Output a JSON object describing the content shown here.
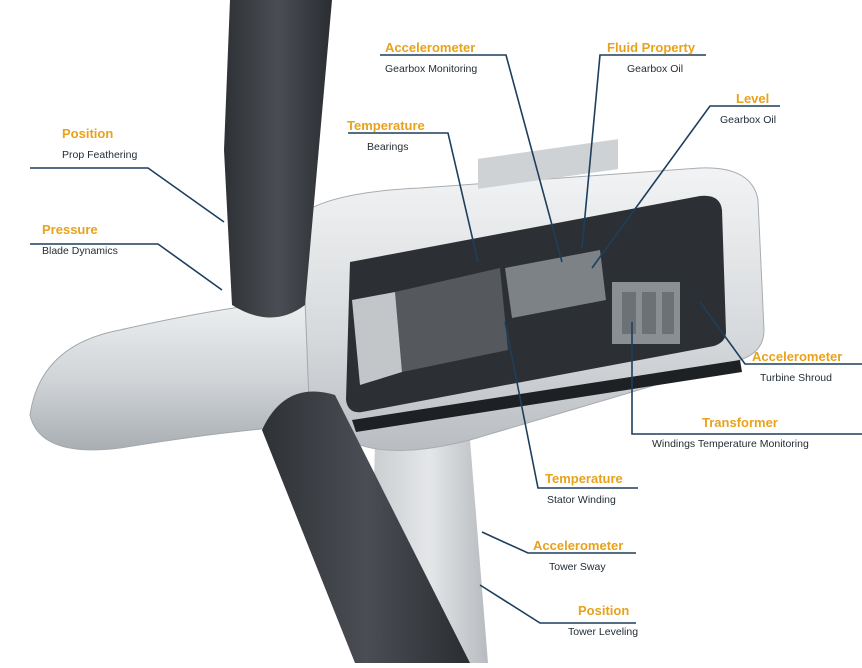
{
  "colors": {
    "title": "#e8a21c",
    "subtitle": "#1f2a33",
    "leader": "#1d3f5e",
    "blade": "#3a3d42",
    "shell": "#d9dcdf"
  },
  "callouts": [
    {
      "id": "position-prop",
      "title": "Position",
      "subtitle": "Prop Feathering"
    },
    {
      "id": "pressure-blade",
      "title": "Pressure",
      "subtitle": "Blade Dynamics"
    },
    {
      "id": "accel-gearbox",
      "title": "Accelerometer",
      "subtitle": "Gearbox Monitoring"
    },
    {
      "id": "fluid-gearbox",
      "title": "Fluid Property",
      "subtitle": "Gearbox Oil"
    },
    {
      "id": "temp-bearings",
      "title": "Temperature",
      "subtitle": "Bearings"
    },
    {
      "id": "level-gearbox",
      "title": "Level",
      "subtitle": "Gearbox Oil"
    },
    {
      "id": "accel-shroud",
      "title": "Accelerometer",
      "subtitle": "Turbine Shroud"
    },
    {
      "id": "transformer",
      "title": "Transformer",
      "subtitle": "Windings Temperature Monitoring"
    },
    {
      "id": "temp-stator",
      "title": "Temperature",
      "subtitle": "Stator Winding"
    },
    {
      "id": "accel-tower",
      "title": "Accelerometer",
      "subtitle": "Tower Sway"
    },
    {
      "id": "position-tower",
      "title": "Position",
      "subtitle": "Tower Leveling"
    }
  ]
}
